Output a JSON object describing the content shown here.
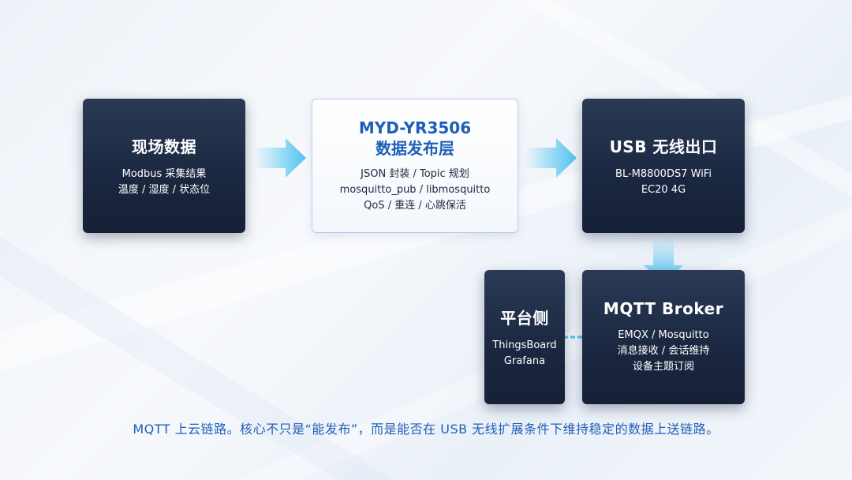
{
  "boxes": {
    "field_data": {
      "title": "现场数据",
      "lines": [
        "Modbus 采集结果",
        "温度 / 湿度 / 状态位"
      ]
    },
    "publish_layer": {
      "title_line1": "MYD-YR3506",
      "title_line2": "数据发布层",
      "lines": [
        "JSON 封装 / Topic 规划",
        "mosquitto_pub / libmosquitto",
        "QoS / 重连 / 心跳保活"
      ]
    },
    "usb_wireless": {
      "title": "USB 无线出口",
      "lines": [
        "BL-M8800DS7 WiFi",
        "EC20 4G"
      ]
    },
    "platform": {
      "title": "平台侧",
      "lines": [
        "ThingsBoard",
        "Grafana"
      ]
    },
    "broker": {
      "title": "MQTT Broker",
      "lines": [
        "EMQX / Mosquitto",
        "消息接收 / 会话维持",
        "设备主题订阅"
      ]
    }
  },
  "caption": "MQTT 上云链路。核心不只是“能发布”，而是能否在 USB 无线扩展条件下维持稳定的数据上送链路。",
  "colors": {
    "dark_box": "#1b2740",
    "accent_blue": "#1f5fb8",
    "arrow_cyan": "#4fc3f0"
  }
}
